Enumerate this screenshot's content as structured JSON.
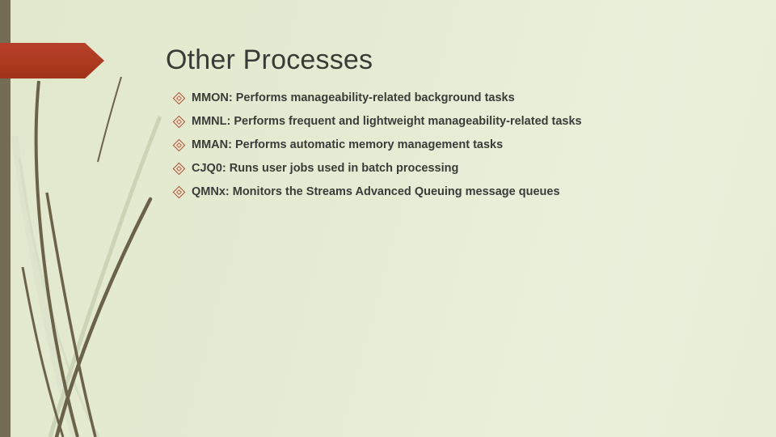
{
  "slide": {
    "title": "Other Processes",
    "bullets": [
      "MMON: Performs manageability-related background tasks",
      "MMNL: Performs frequent and lightweight manageability-related tasks",
      "MMAN: Performs automatic memory management tasks",
      "CJQ0: Runs user jobs used in batch processing",
      "QMNx: Monitors the Streams Advanced Queuing message queues"
    ],
    "colors": {
      "background": "#e6ecd4",
      "left_edge_bar": "#756d53",
      "accent_banner_red": "#ad3a1e",
      "title_text": "#3a3a37",
      "body_text": "#3b3b39",
      "bullet_diamond_outline": "#a6502d",
      "reed_dark": "#6b6349",
      "reed_light": "#cbd4b5",
      "reed_pale": "#dde3cb"
    }
  }
}
